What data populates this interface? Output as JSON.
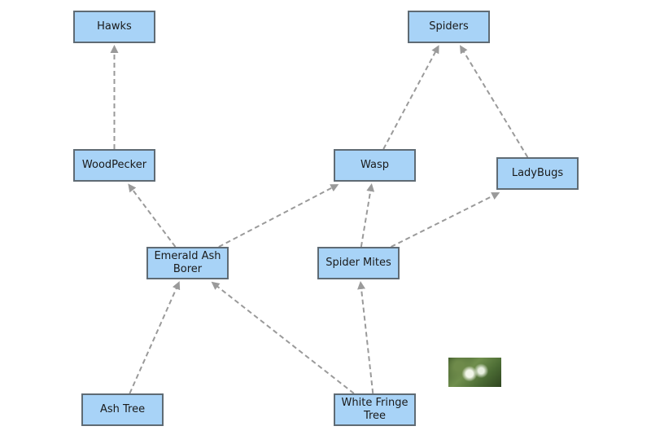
{
  "nodes": {
    "hawks": "Hawks",
    "spiders": "Spiders",
    "woodpecker": "WoodPecker",
    "wasp": "Wasp",
    "ladybugs": "LadyBugs",
    "emerald_ash_borer": "Emerald Ash Borer",
    "spider_mites": "Spider Mites",
    "ash_tree": "Ash Tree",
    "white_fringe_tree": "White Fringe Tree"
  },
  "edges": [
    {
      "from": "woodpecker",
      "to": "hawks"
    },
    {
      "from": "emerald_ash_borer",
      "to": "woodpecker"
    },
    {
      "from": "emerald_ash_borer",
      "to": "wasp"
    },
    {
      "from": "wasp",
      "to": "spiders"
    },
    {
      "from": "ladybugs",
      "to": "spiders"
    },
    {
      "from": "spider_mites",
      "to": "wasp"
    },
    {
      "from": "spider_mites",
      "to": "ladybugs"
    },
    {
      "from": "ash_tree",
      "to": "emerald_ash_borer"
    },
    {
      "from": "white_fringe_tree",
      "to": "emerald_ash_borer"
    },
    {
      "from": "white_fringe_tree",
      "to": "spider_mites"
    }
  ],
  "colors": {
    "node_fill": "#a8d3f7",
    "node_border": "#5f6b74",
    "edge": "#9a9a9a"
  },
  "image": "white-flower-photo"
}
